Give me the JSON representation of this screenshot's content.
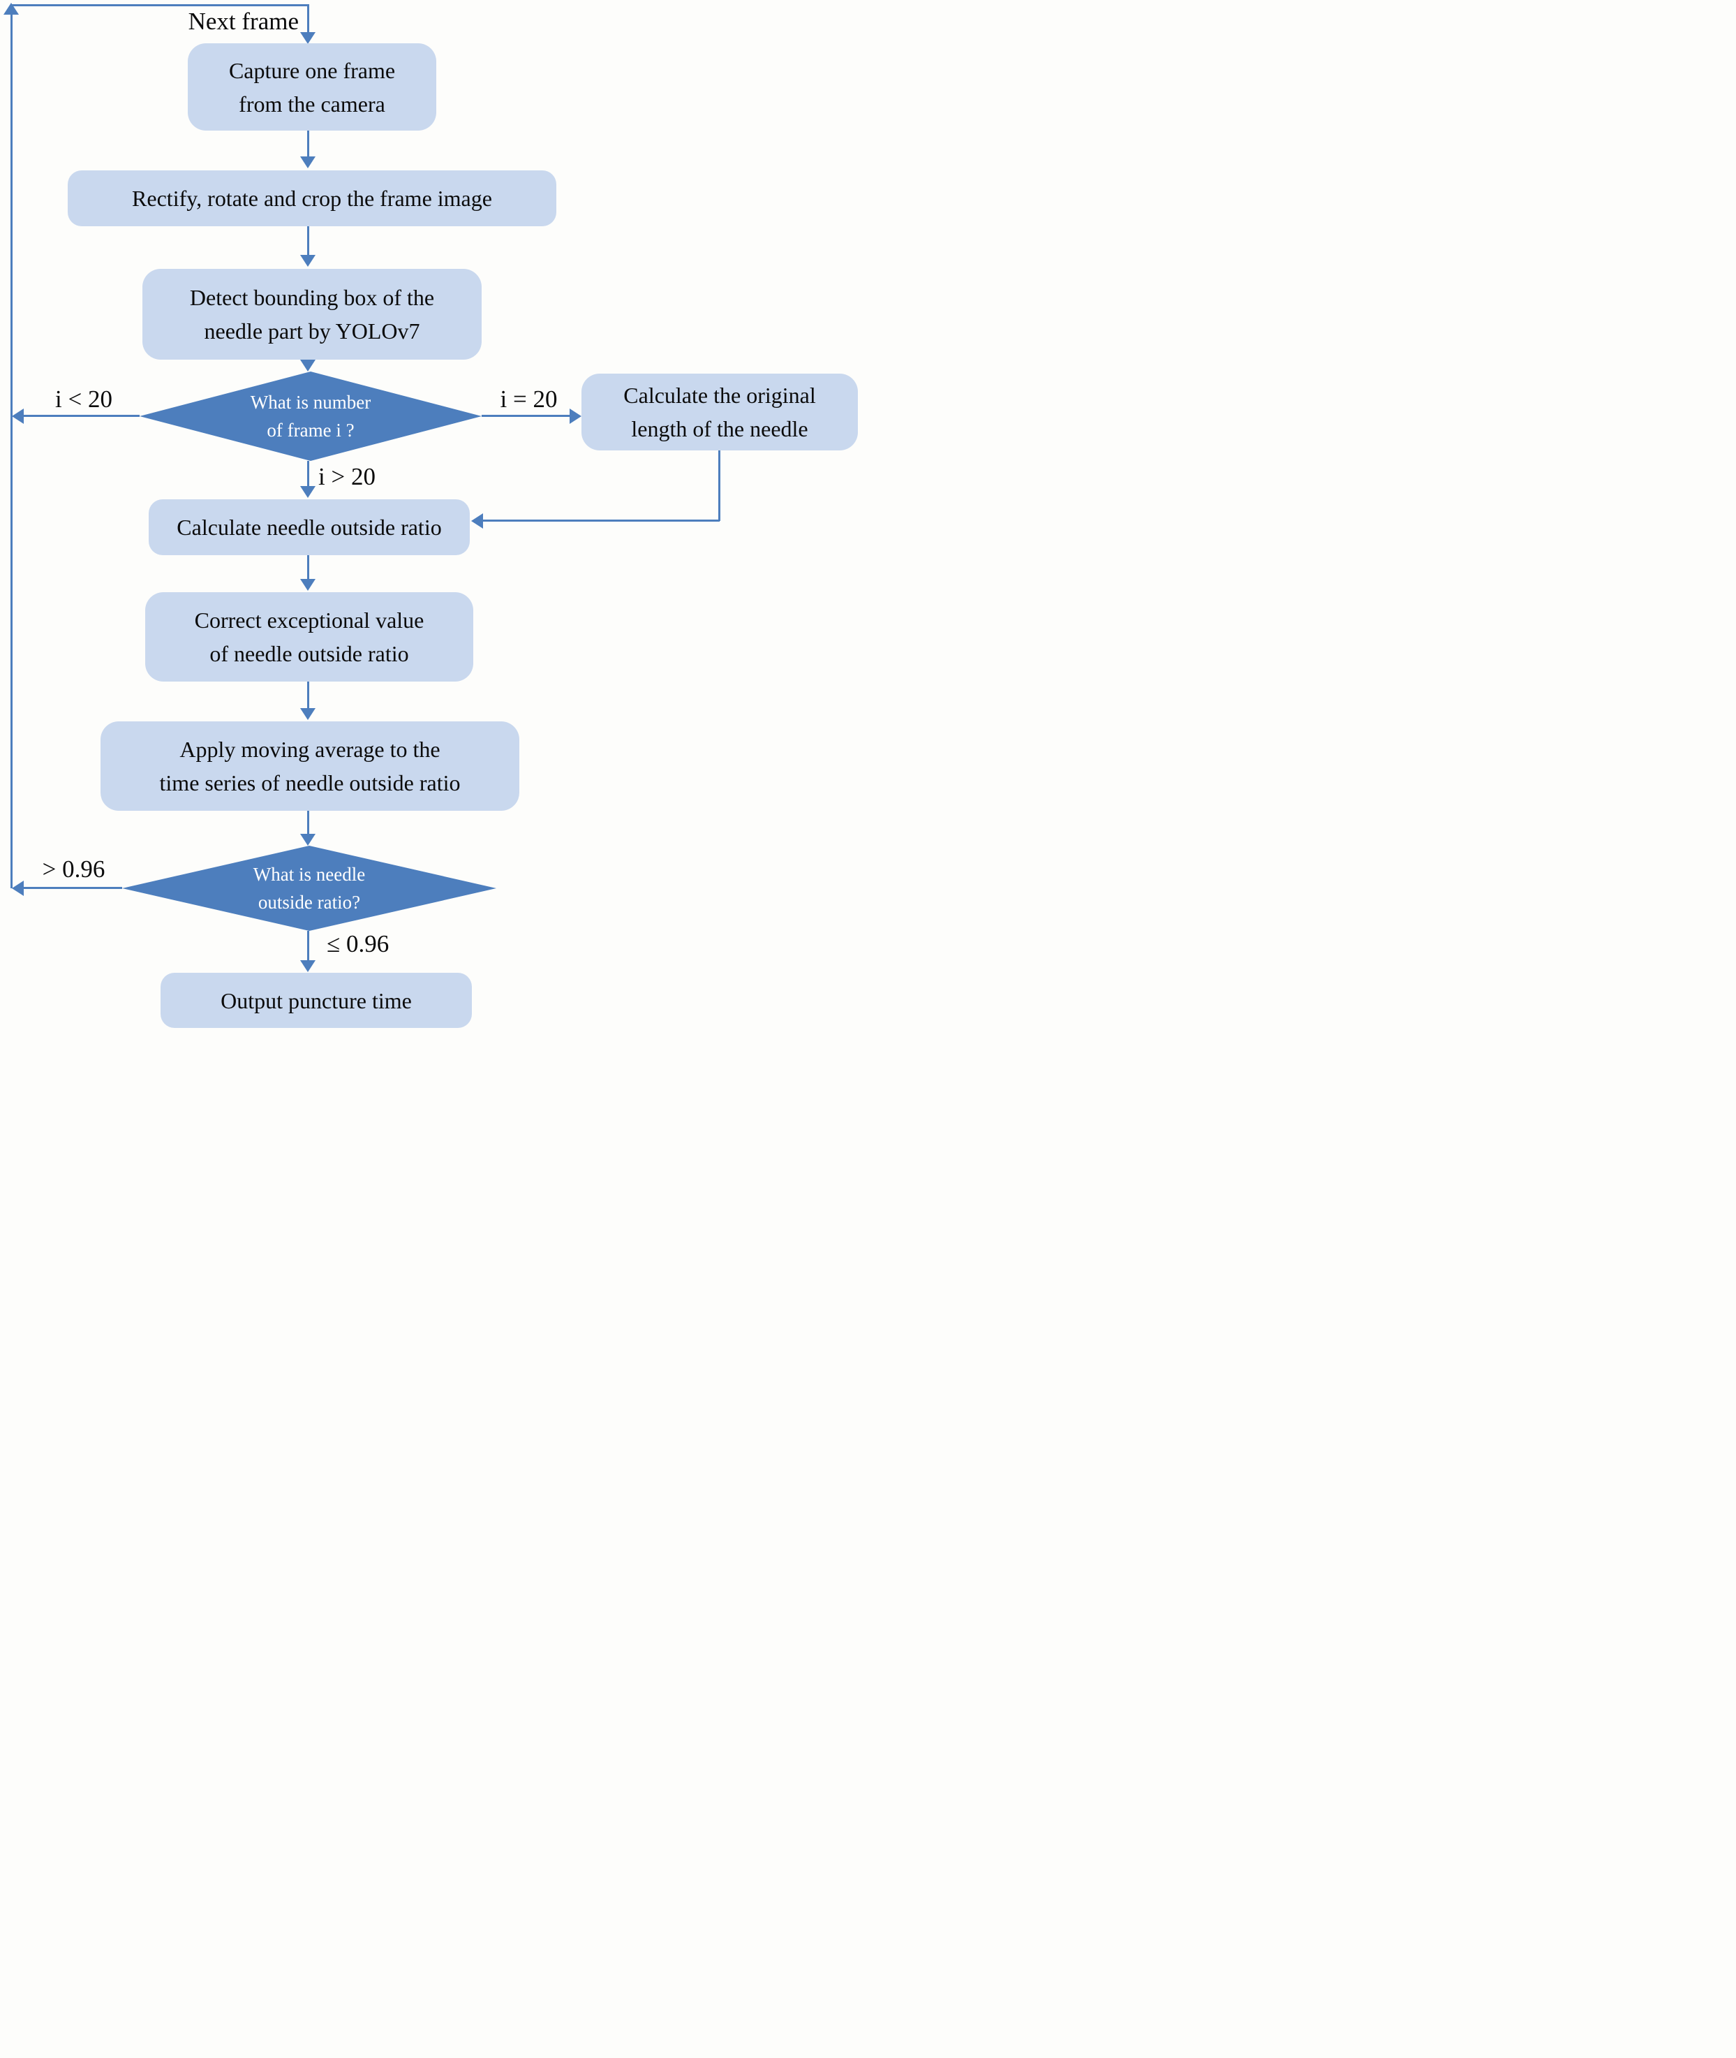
{
  "labels": {
    "next_frame": "Next frame",
    "i_less": "i < 20",
    "i_equal": "i = 20",
    "i_greater": "i > 20",
    "ratio_greater": "> 0.96",
    "ratio_less_equal": "≤ 0.96"
  },
  "nodes": {
    "capture": {
      "line1": "Capture one frame",
      "line2": "from the camera"
    },
    "rectify": {
      "line1": "Rectify, rotate and crop the frame image"
    },
    "detect": {
      "line1": "Detect bounding box of the",
      "line2": "needle part by YOLOv7"
    },
    "frame_decision": {
      "line1": "What is number",
      "line2": "of frame i ?"
    },
    "original_length": {
      "line1": "Calculate the original",
      "line2": "length of the needle"
    },
    "outside_ratio": {
      "line1": "Calculate needle outside ratio"
    },
    "correct_value": {
      "line1": "Correct exceptional value",
      "line2": "of needle outside ratio"
    },
    "moving_average": {
      "line1": "Apply moving average to the",
      "line2": "time series of needle outside ratio"
    },
    "ratio_decision": {
      "line1": "What is needle",
      "line2": "outside ratio?"
    },
    "output": {
      "line1": "Output puncture time"
    }
  },
  "colors": {
    "box_fill": "#c9d8ee",
    "diamond_fill": "#4d7ebd",
    "arrow": "#4d7ebd",
    "box_text": "#0b0b0b",
    "diamond_text": "#ffffff",
    "background": "#fdfdfb"
  }
}
